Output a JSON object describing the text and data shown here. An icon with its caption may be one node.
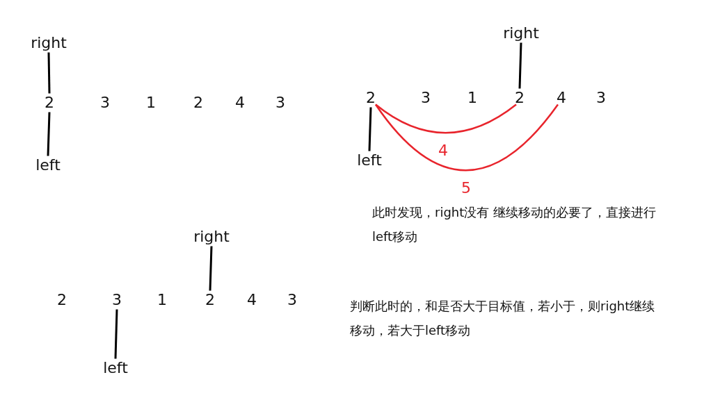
{
  "diagram": {
    "nodes": [
      {
        "text": [
          "right"
        ]
      },
      {
        "text": [
          "2"
        ]
      },
      {
        "text": [
          "3"
        ]
      },
      {
        "text": [
          "1"
        ]
      },
      {
        "text": [
          "2"
        ]
      },
      {
        "text": [
          "4"
        ]
      },
      {
        "text": [
          "3"
        ]
      },
      {
        "text": [
          "left"
        ]
      },
      {
        "text": [
          "right"
        ]
      },
      {
        "text": [
          "2"
        ]
      },
      {
        "text": [
          "3"
        ]
      },
      {
        "text": [
          "1"
        ]
      },
      {
        "text": [
          "2"
        ]
      },
      {
        "text": [
          "4"
        ]
      },
      {
        "text": [
          "3"
        ]
      },
      {
        "text": [
          "left"
        ]
      },
      {
        "text": [
          "right"
        ]
      },
      {
        "text": [
          "2"
        ]
      },
      {
        "text": [
          "3"
        ]
      },
      {
        "text": [
          "1"
        ]
      },
      {
        "text": [
          "2"
        ]
      },
      {
        "text": [
          "4"
        ]
      },
      {
        "text": [
          "3"
        ]
      },
      {
        "text": [
          "left"
        ]
      }
    ],
    "edges": [
      {
        "from": 0,
        "to": 1,
        "arrow": "none"
      },
      {
        "from": 7,
        "to": 1,
        "arrow": "none"
      },
      {
        "from": 8,
        "to": 12,
        "arrow": "none"
      },
      {
        "from": 15,
        "to": 9,
        "arrow": "none"
      },
      {
        "from": 9,
        "to": 12,
        "arrow": "none",
        "label": "4",
        "color": "#e8242c"
      },
      {
        "from": 9,
        "to": 13,
        "arrow": "none",
        "label": "5",
        "color": "#e8242c"
      },
      {
        "from": 16,
        "to": 20,
        "arrow": "none"
      },
      {
        "from": 23,
        "to": 18,
        "arrow": "none"
      }
    ],
    "labels": [
      "此时发现，right没有 继续移动的必要了，直接进行left移动",
      "判断此时的，和是否大于目标值，若小于，则right继续移动，若大于left移动"
    ]
  }
}
